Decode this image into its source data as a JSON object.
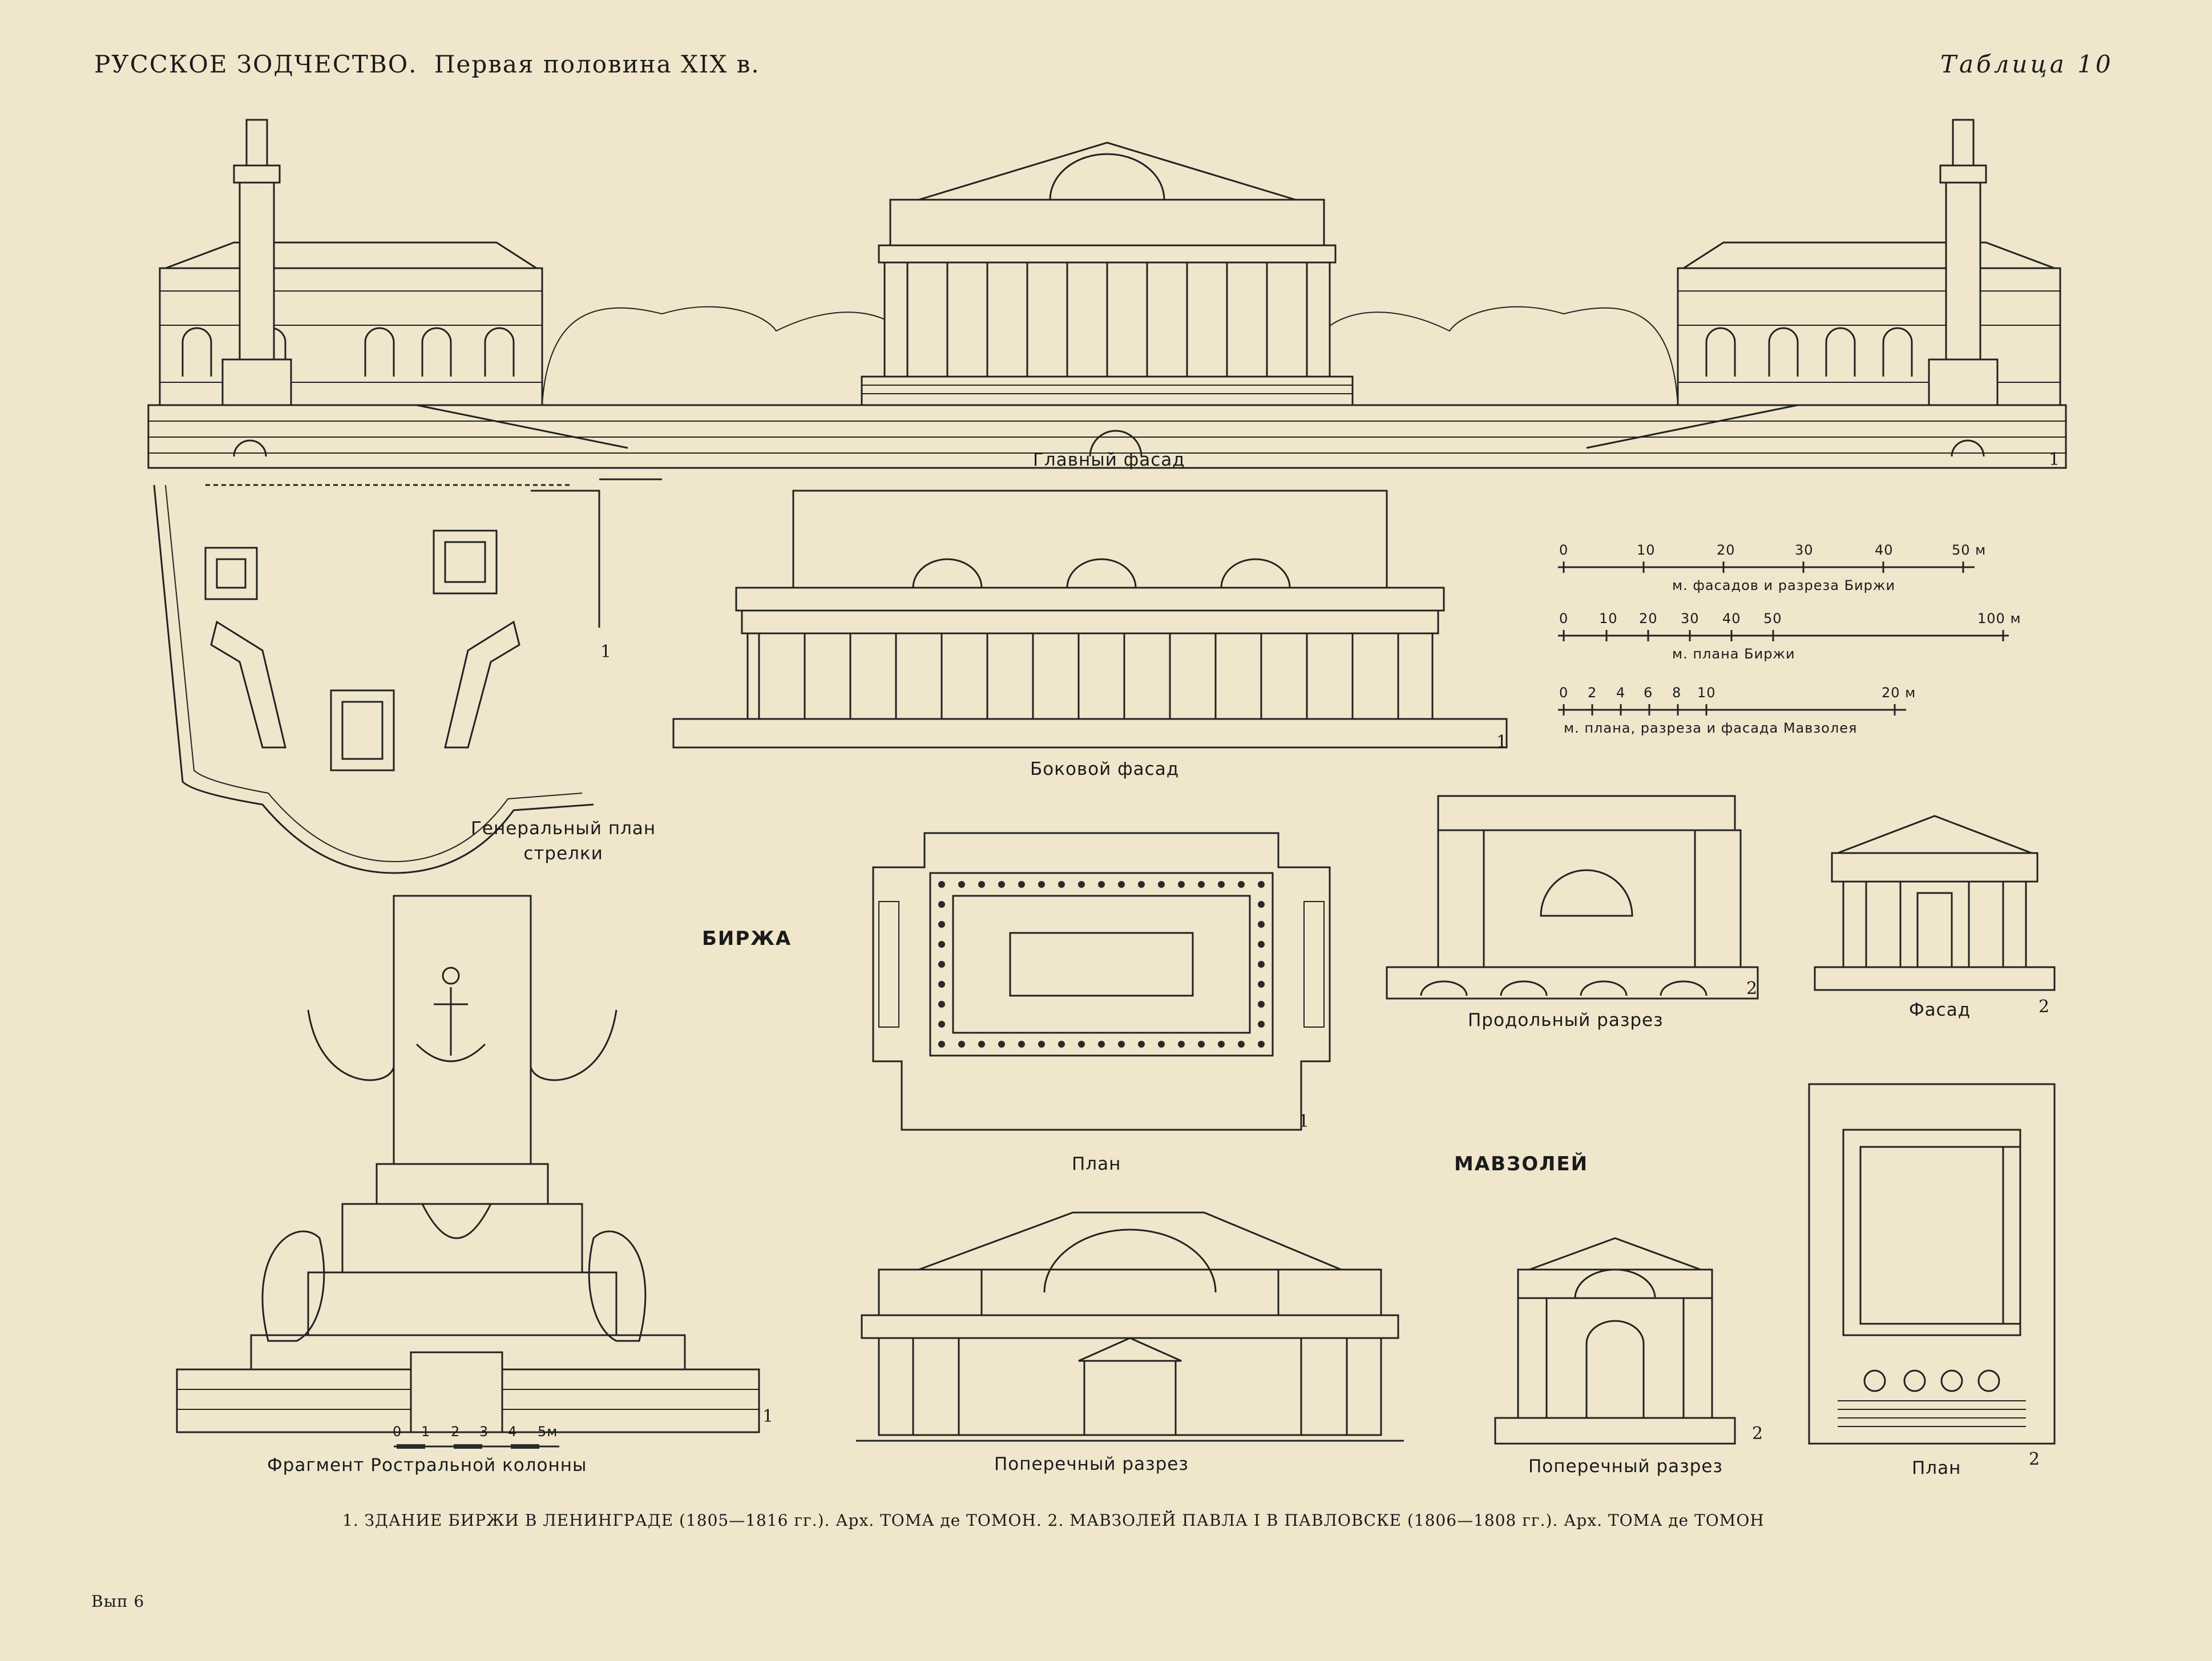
{
  "header": {
    "title": "РУССКОЕ ЗОДЧЕСТВО.",
    "subtitle": "Первая половина XIX в.",
    "table_label": "Таблица 10"
  },
  "captions": {
    "main_facade": "Главный фасад",
    "side_facade": "Боковой фасад",
    "general_plan": "Генеральный план",
    "general_plan_2": "стрелки",
    "birzha": "БИРЖА",
    "birzha_plan": "План",
    "mausoleum": "МАВЗОЛЕЙ",
    "long_section": "Продольный разрез",
    "maus_facade": "Фасад",
    "cross_section": "Поперечный разрез",
    "maus_cross_section": "Поперечный разрез",
    "maus_plan": "План",
    "rostral_fragment": "Фрагмент Ростральной колонны"
  },
  "markers": {
    "one": "1",
    "two": "2"
  },
  "scales": {
    "scale1": {
      "ticks": [
        "0",
        "10",
        "20",
        "30",
        "40",
        "50 м"
      ],
      "label": "м. фасадов и разреза Биржи"
    },
    "scale2": {
      "ticks": [
        "0",
        "10",
        "20",
        "30",
        "40",
        "50",
        "100 м"
      ],
      "label": "м. плана Биржи"
    },
    "scale3": {
      "ticks": [
        "0",
        "2",
        "4",
        "6",
        "8",
        "10",
        "20 м"
      ],
      "label": "м. плана, разреза и фасада Мавзолея"
    },
    "scale4": {
      "ticks": [
        "0",
        "1",
        "2",
        "3",
        "4",
        "5м"
      ]
    }
  },
  "footer": {
    "caption": "1. ЗДАНИЕ БИРЖИ В ЛЕНИНГРАДЕ (1805—1816 гг.). Арх. ТОМА де ТОМОН.   2. МАВЗОЛЕЙ ПАВЛА I В ПАВЛОВСКЕ (1806—1808 гг.). Арх. ТОМА де ТОМОН",
    "issue": "Вып 6"
  }
}
